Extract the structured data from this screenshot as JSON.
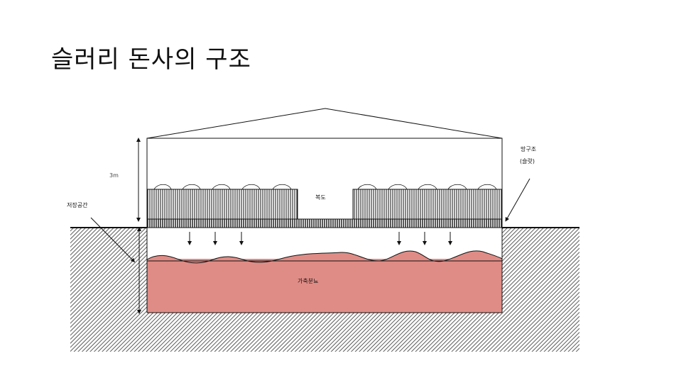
{
  "title": "슬러리 돈사의 구조",
  "labels": {
    "height": "3m",
    "storage": "저장공간",
    "passage": "복도",
    "slat_line1": "망구조",
    "slat_line2": "(슬랏)",
    "manure": "가축분뇨"
  },
  "colors": {
    "manure": "#e08c86",
    "line": "#111111",
    "background": "#ffffff"
  }
}
